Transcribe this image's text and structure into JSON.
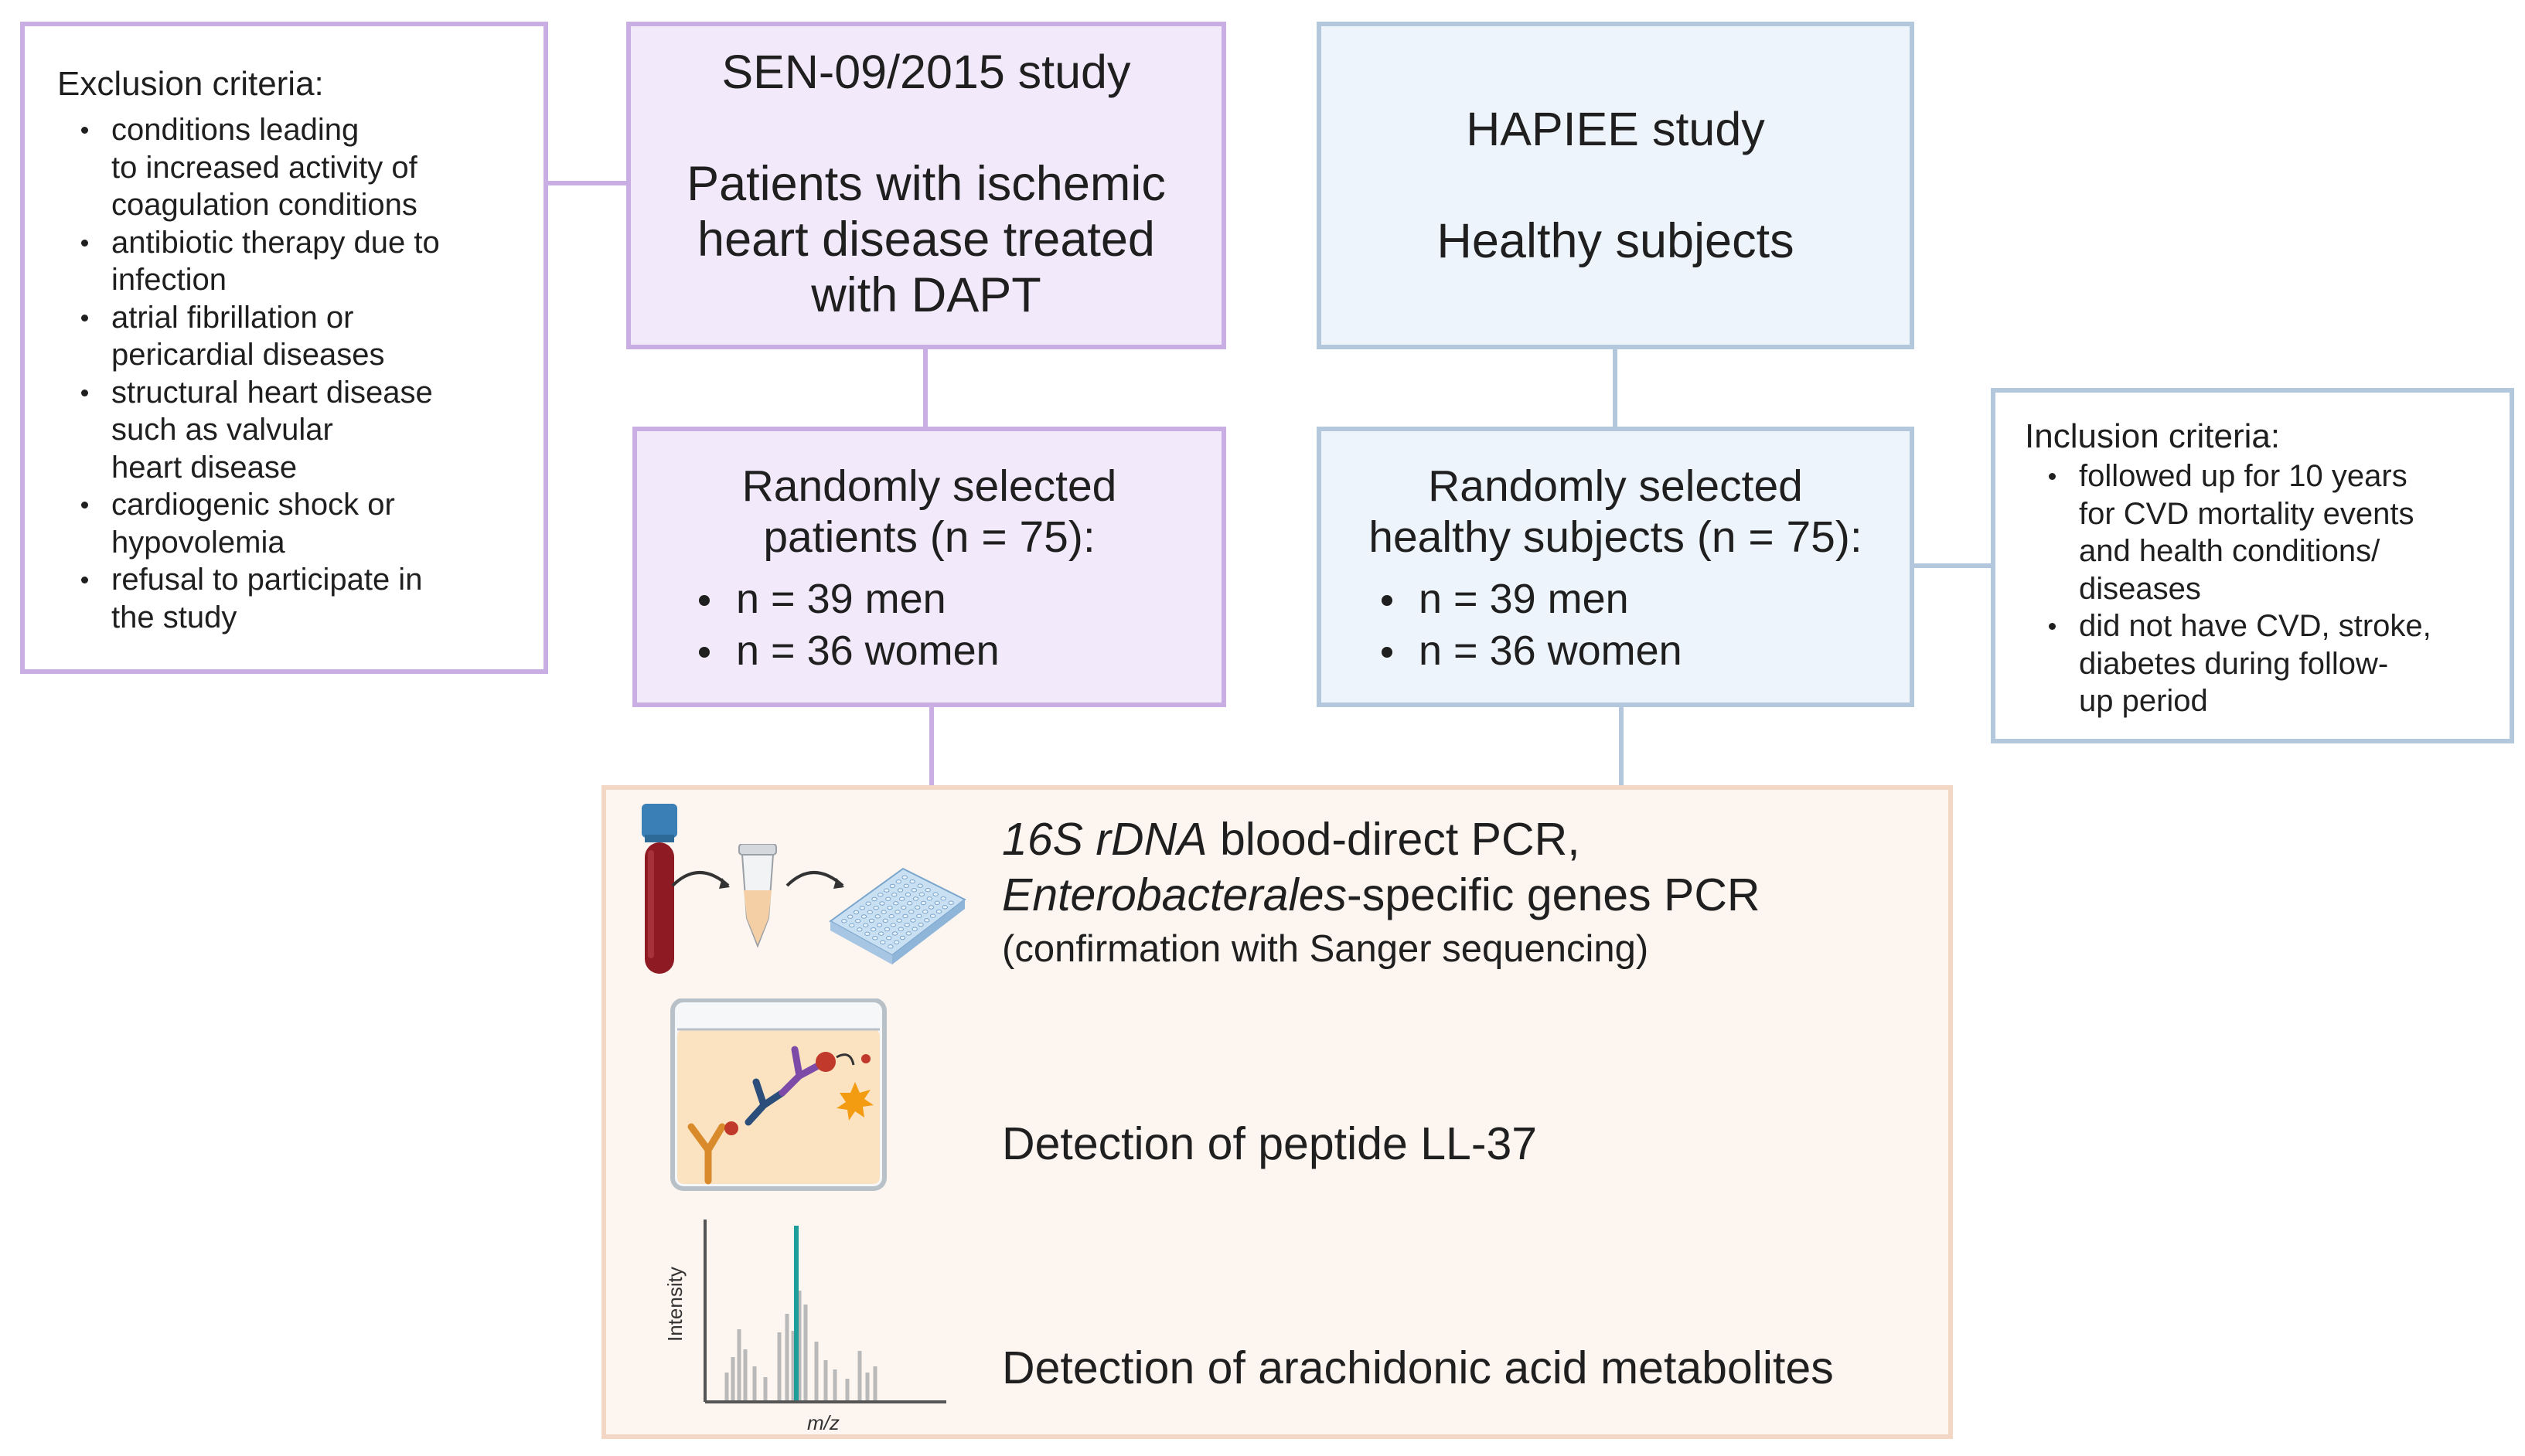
{
  "exclusion": {
    "title": "Exclusion criteria:",
    "items": [
      [
        "conditions leading",
        "to increased activity of",
        "coagulation conditions"
      ],
      [
        "antibiotic therapy due to",
        "infection"
      ],
      [
        "atrial fibrillation or",
        "pericardial diseases"
      ],
      [
        "structural heart disease",
        "such as valvular",
        "heart disease"
      ],
      [
        "cardiogenic shock or",
        "hypovolemia"
      ],
      [
        "refusal to participate in",
        "the study"
      ]
    ]
  },
  "sen_study": {
    "title": "SEN-09/2015 study",
    "lines": [
      "Patients with ischemic",
      "heart disease treated",
      "with DAPT"
    ]
  },
  "hapiee_study": {
    "title": "HAPIEE study",
    "subtitle": "Healthy subjects"
  },
  "patients_sel": {
    "lines": [
      "Randomly selected",
      "patients (n = 75):"
    ],
    "counts": [
      "n = 39 men",
      "n = 36 women"
    ]
  },
  "healthy_sel": {
    "lines": [
      "Randomly selected",
      "healthy subjects (n = 75):"
    ],
    "counts": [
      "n = 39 men",
      "n = 36 women"
    ]
  },
  "inclusion": {
    "title": "Inclusion criteria:",
    "items": [
      [
        "followed up for 10 years",
        "for CVD mortality events",
        "and health conditions/",
        "diseases"
      ],
      [
        "did not have CVD, stroke,",
        "diabetes during follow-",
        "up period"
      ]
    ]
  },
  "methods": {
    "pcr": {
      "line1_italic": "16S rDNA",
      "line1_rest": " blood-direct PCR,",
      "line2_italic": "Enterobacterales",
      "line2_rest": "-specific genes PCR",
      "line3": "(confirmation with Sanger sequencing)"
    },
    "elisa": "Detection of peptide LL-37",
    "ms": {
      "text": "Detection of arachidonic acid metabolites",
      "ylabel": "Intensity",
      "xlabel": "m/z"
    }
  },
  "colors": {
    "purple_fill": "#f2e9fa",
    "purple_border": "#c9aee3",
    "blue_fill": "#eef4fb",
    "blue_border": "#b4c8dd",
    "peach_fill": "#fdf5ef",
    "peach_border": "#f2d7c5",
    "spectrum_highlight": "#1e9e9a"
  },
  "icons": [
    "blood-tube-icon",
    "microtube-icon",
    "well-plate-icon",
    "elisa-well-icon",
    "mass-spectrum-icon"
  ]
}
